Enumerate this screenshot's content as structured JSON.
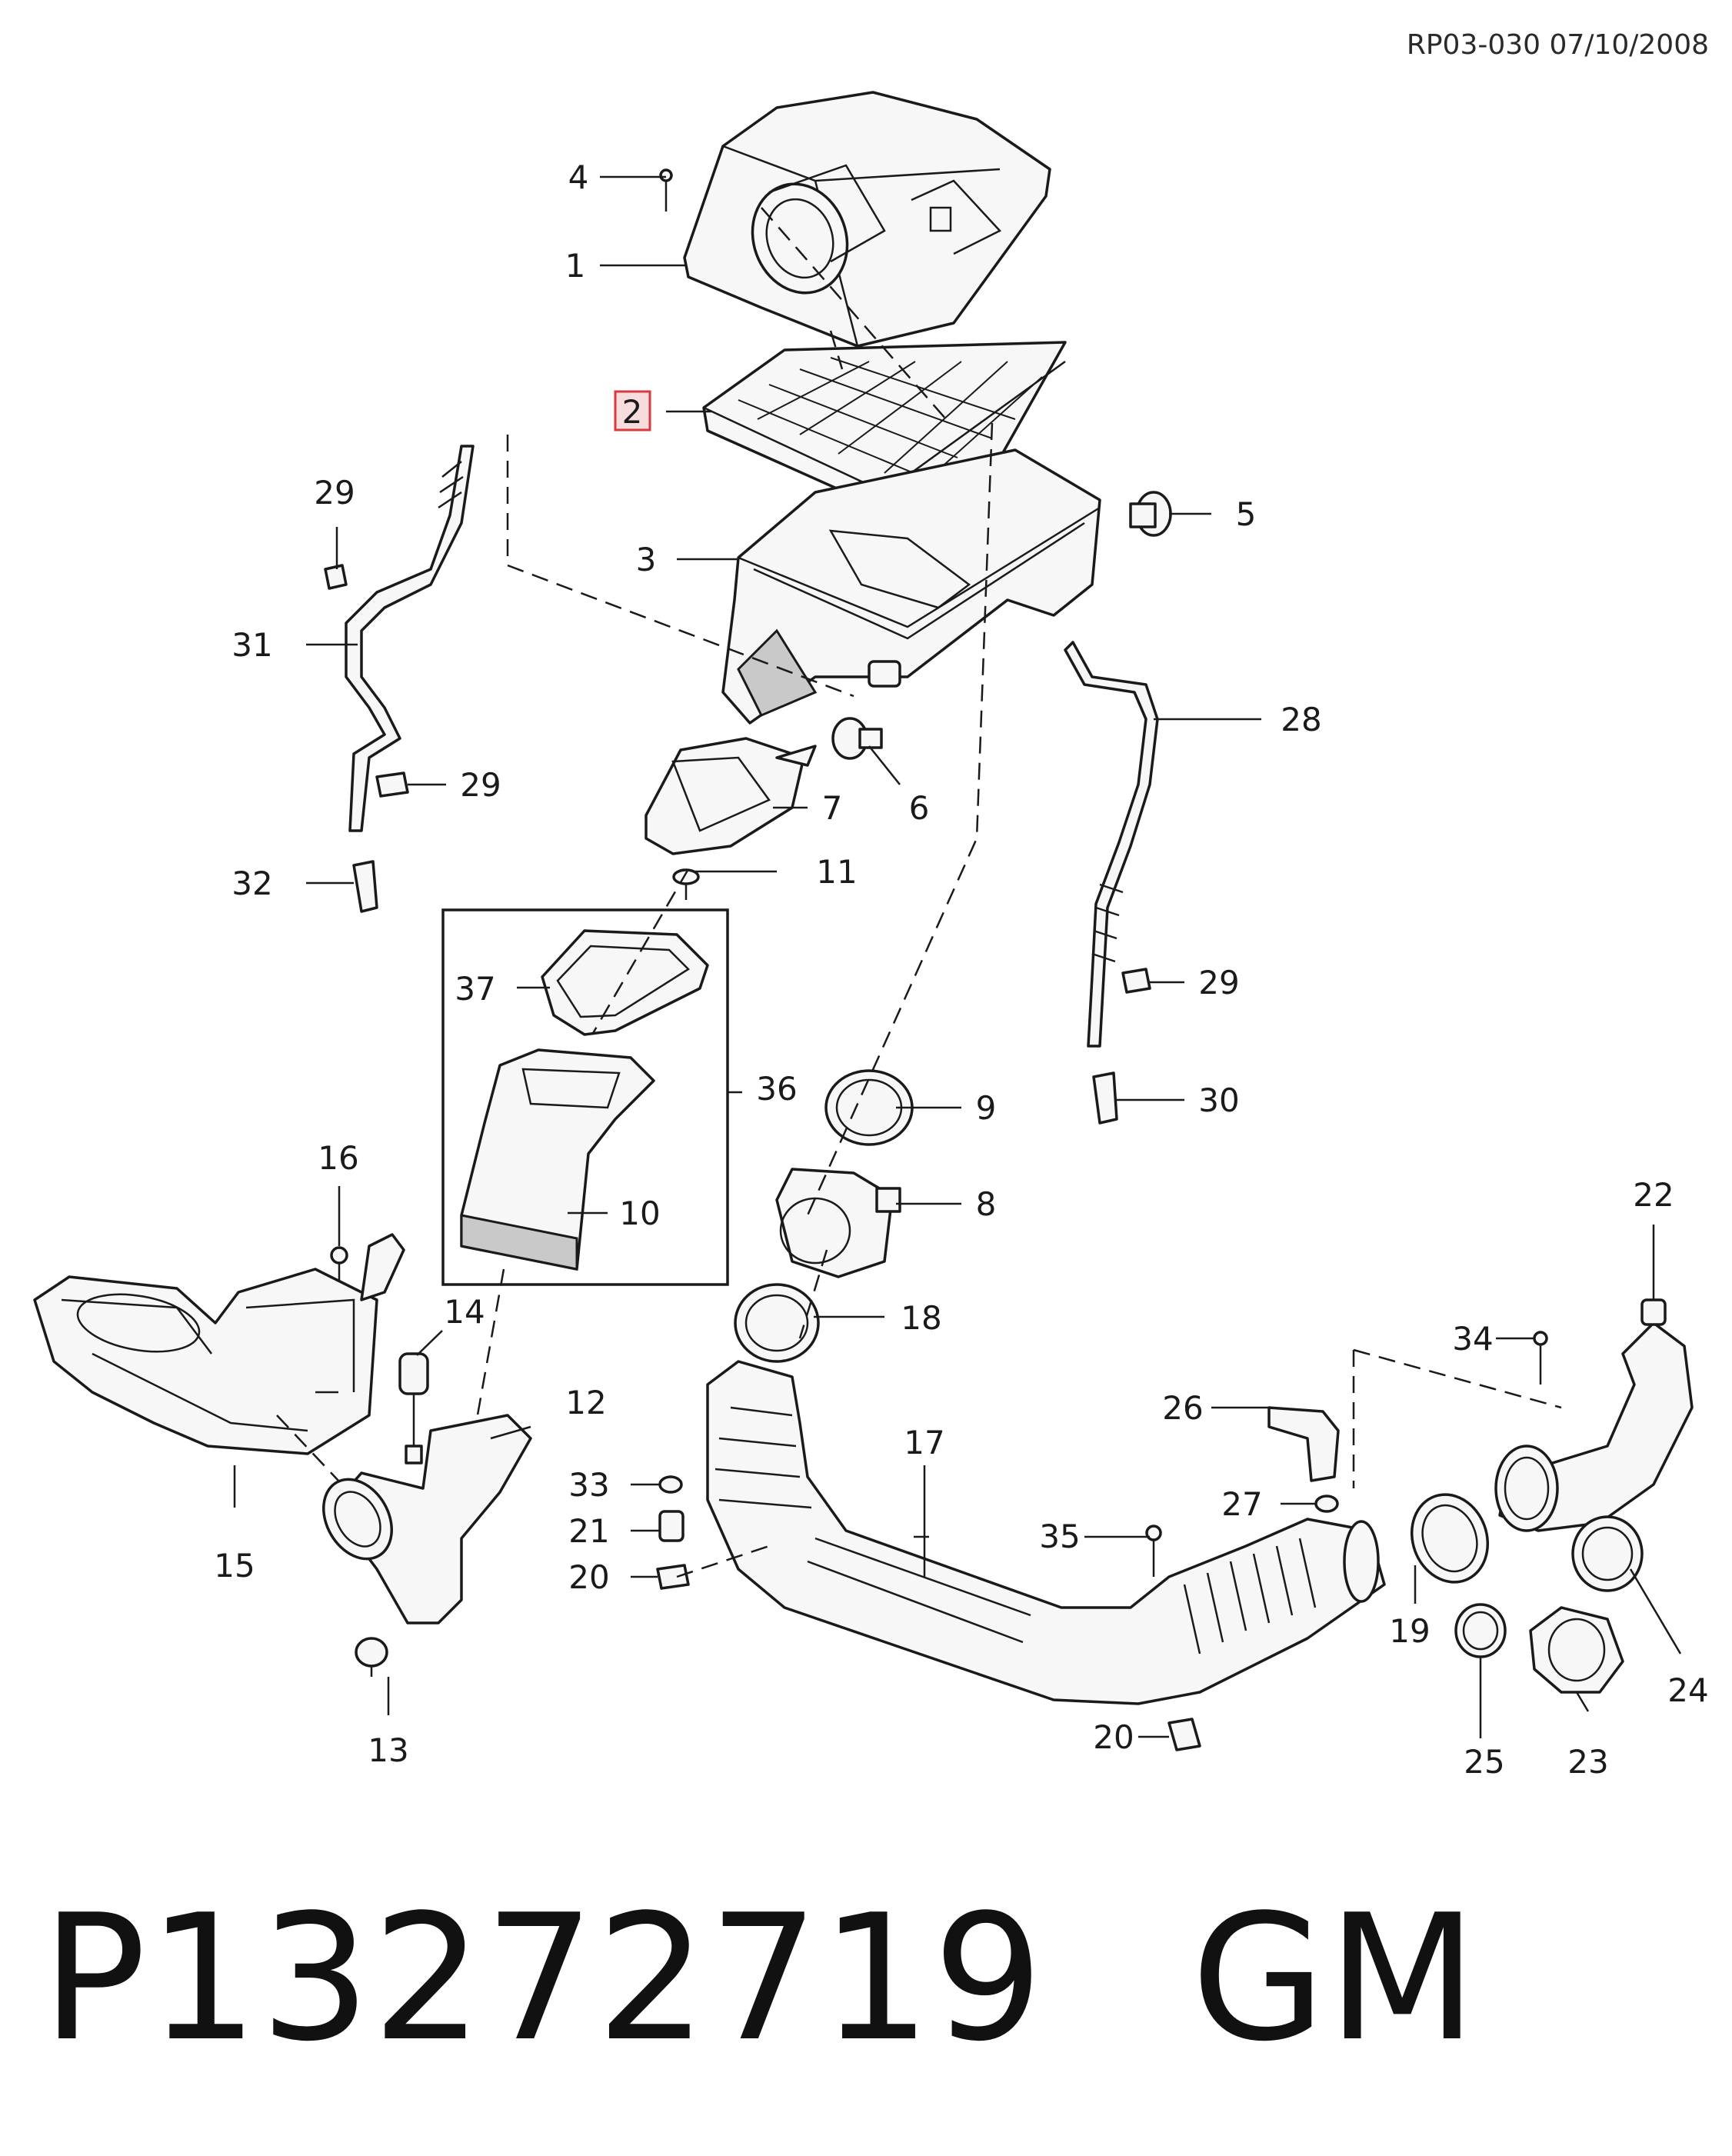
{
  "reference": "RP03-030 07/10/2008",
  "highlighted_callout": "2",
  "callouts": {
    "c1": "1",
    "c2": "2",
    "c3": "3",
    "c4": "4",
    "c5": "5",
    "c6": "6",
    "c7": "7",
    "c8": "8",
    "c9": "9",
    "c10": "10",
    "c11": "11",
    "c12": "12",
    "c13": "13",
    "c14": "14",
    "c15": "15",
    "c16": "16",
    "c17": "17",
    "c18": "18",
    "c19": "19",
    "c20a": "20",
    "c20b": "20",
    "c21": "21",
    "c22": "22",
    "c23": "23",
    "c24": "24",
    "c25": "25",
    "c26": "26",
    "c27": "27",
    "c28": "28",
    "c29a": "29",
    "c29b": "29",
    "c29c": "29",
    "c30": "30",
    "c31": "31",
    "c32": "32",
    "c33": "33",
    "c34": "34",
    "c35": "35",
    "c36": "36",
    "c37": "37"
  },
  "footer": {
    "part_number": "P13272719",
    "brand": "GM"
  },
  "colors": {
    "highlight_fill": "#f6dcdc",
    "highlight_stroke": "#d9393e",
    "line": "#1a1a1a"
  }
}
